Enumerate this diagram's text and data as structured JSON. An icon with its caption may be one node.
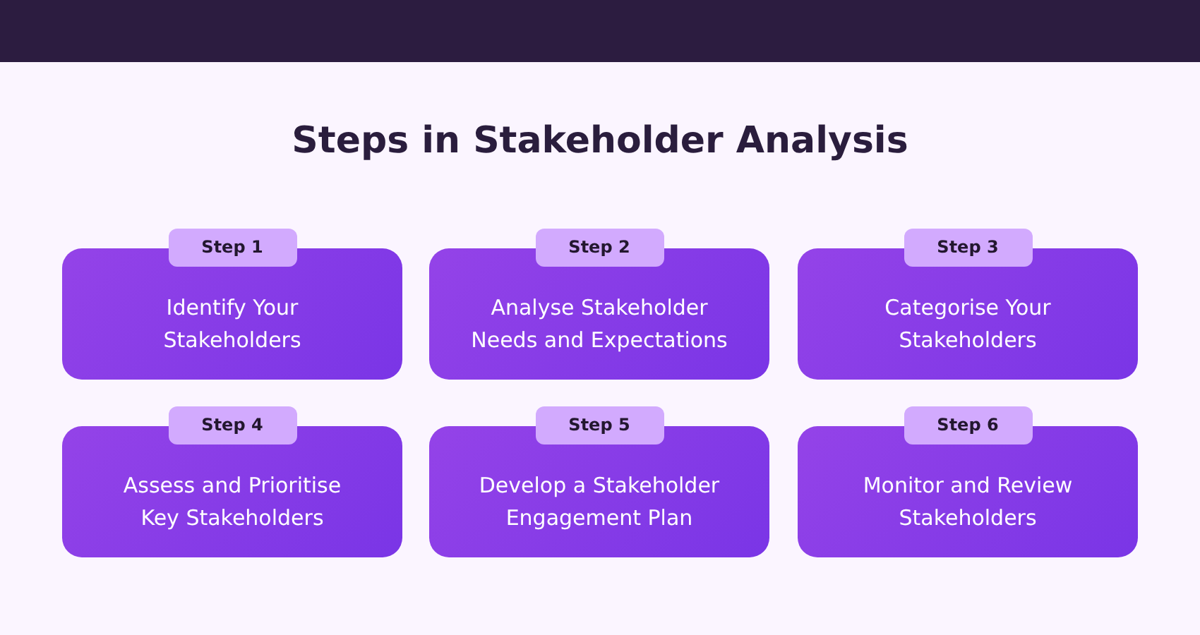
{
  "diagram": {
    "title": "Steps in Stakeholder Analysis",
    "nodes": [
      {
        "text": [
          "Step 1",
          "Identify Your Stakeholders"
        ]
      },
      {
        "text": [
          "Step 2",
          "Analyse Stakeholder Needs and Expectations"
        ]
      },
      {
        "text": [
          "Step 3",
          "Categorise Your Stakeholders"
        ]
      },
      {
        "text": [
          "Step 4",
          "Assess and Prioritise Key Stakeholders"
        ]
      },
      {
        "text": [
          "Step 5",
          "Develop a Stakeholder Engagement Plan"
        ]
      },
      {
        "text": [
          "Step 6",
          "Monitor and Review Stakeholders"
        ]
      }
    ]
  }
}
